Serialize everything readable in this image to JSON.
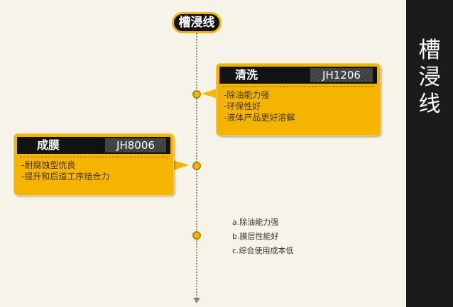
{
  "title": "槽浸线",
  "sidebar": {
    "title_chars": [
      "槽",
      "浸",
      "线"
    ]
  },
  "steps": [
    {
      "name": "清洗",
      "code": "JH1206",
      "features": [
        "-除油能力强",
        "-环保性好",
        "-液体产品更好溶解"
      ]
    },
    {
      "name": "成膜",
      "code": "JH8006",
      "features": [
        "-耐腐蚀型优良",
        "-提升和后道工序结合力"
      ]
    }
  ],
  "summary": [
    "a.除油能力强",
    "b.膜层性能好",
    "c.综合使用成本低"
  ],
  "colors": {
    "accent": "#f4b400",
    "dark": "#121212",
    "sidebar": "#1b1b1b",
    "background": "#f6f4e8"
  }
}
